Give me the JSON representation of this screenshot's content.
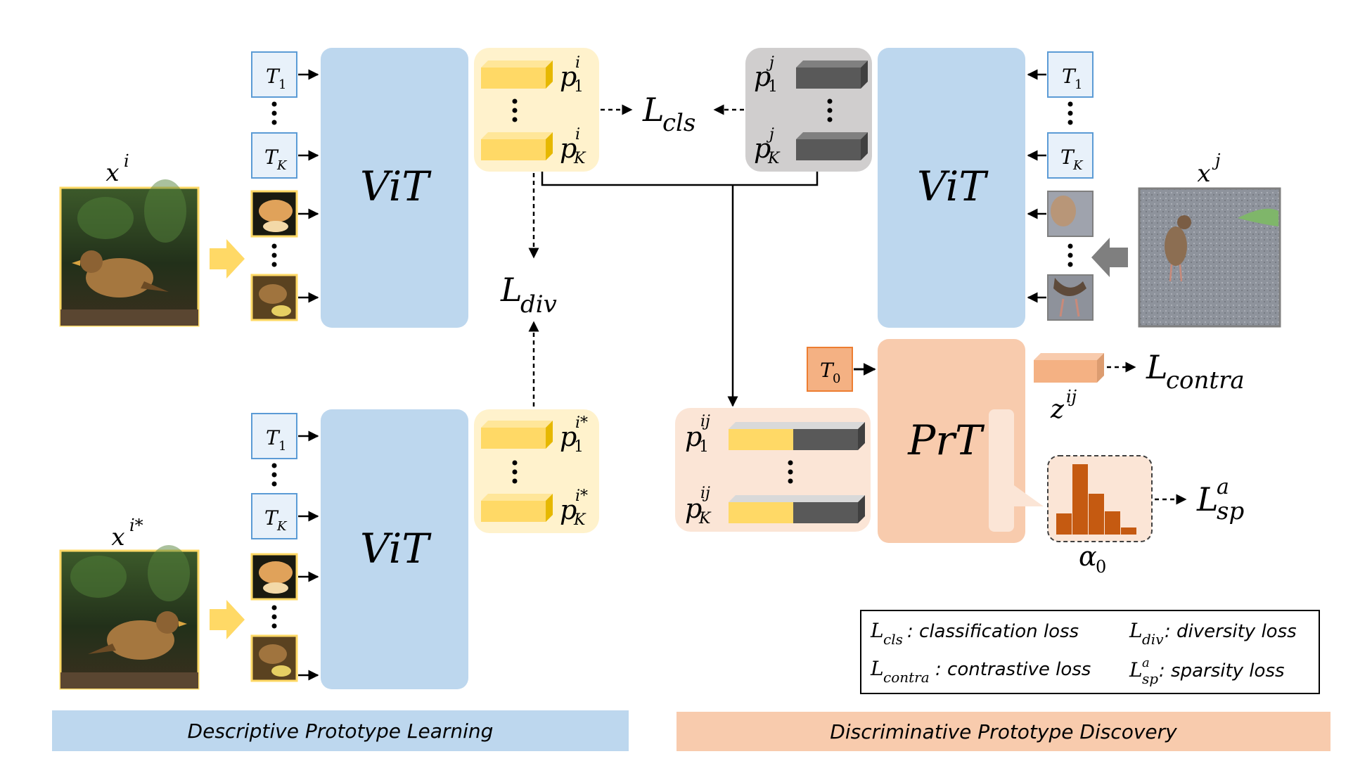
{
  "vit_label": "ViT",
  "prt_label": "PrT",
  "tokens": {
    "t1_base": "T",
    "t1_sub": "1",
    "tk_base": "T",
    "tk_sub": "K",
    "t0_base": "T",
    "t0_sub": "0"
  },
  "inputs": {
    "xi": {
      "base": "x",
      "sup": "i"
    },
    "xistar": {
      "base": "x",
      "sup": "i*"
    },
    "xj": {
      "base": "x",
      "sup": "j"
    }
  },
  "prototypes": {
    "p1i": {
      "base": "p",
      "sup": "i",
      "sub": "1"
    },
    "pKi": {
      "base": "p",
      "sup": "i",
      "sub": "K"
    },
    "p1istar": {
      "base": "p",
      "sup": "i*",
      "sub": "1"
    },
    "pKistar": {
      "base": "p",
      "sup": "i*",
      "sub": "K"
    },
    "p1j": {
      "base": "p",
      "sup": "j",
      "sub": "1"
    },
    "pKj": {
      "base": "p",
      "sup": "j",
      "sub": "K"
    },
    "p1ij": {
      "base": "p",
      "sup": "ij",
      "sub": "1"
    },
    "pKij": {
      "base": "p",
      "sup": "ij",
      "sub": "K"
    }
  },
  "losses": {
    "cls": {
      "base": "L",
      "sub": "cls"
    },
    "div": {
      "base": "L",
      "sub": "div"
    },
    "contra": {
      "base": "L",
      "sub": "contra"
    },
    "sp": {
      "base": "L",
      "sup": "a",
      "sub": "sp"
    }
  },
  "z": {
    "base": "z",
    "sup": "ij"
  },
  "alpha": {
    "base": "α",
    "sub": "0"
  },
  "attention_histogram": [
    0.3,
    1.0,
    0.58,
    0.33,
    0.1
  ],
  "legend": {
    "cls": {
      "base": "L",
      "sub": "cls",
      "text": ": classification loss"
    },
    "div": {
      "base": "L",
      "sub": "div",
      "text": ": diversity loss"
    },
    "contra": {
      "base": "L",
      "sub": "contra",
      "text": ": contrastive loss"
    },
    "sp": {
      "base": "L",
      "sup": "a",
      "sub": "sp",
      "text": ": sparsity loss"
    }
  },
  "banners": {
    "left": "Descriptive Prototype Learning",
    "right": "Discriminative Prototype Discovery"
  },
  "colors": {
    "vit_blue": "#bdd7ee",
    "proto_yellow_bg": "#fff2cc",
    "proto_yellow": "#ffd966",
    "proto_gray_bg": "#d0cece",
    "proto_gray": "#595959",
    "prt_orange": "#f8cbad",
    "combined_bg": "#fbe5d6",
    "z_orange": "#f4b183",
    "hist_orange": "#c55a11",
    "token_border": "#5b9bd5",
    "left_banner": "#bdd7ee",
    "right_banner": "#f8cbad"
  }
}
